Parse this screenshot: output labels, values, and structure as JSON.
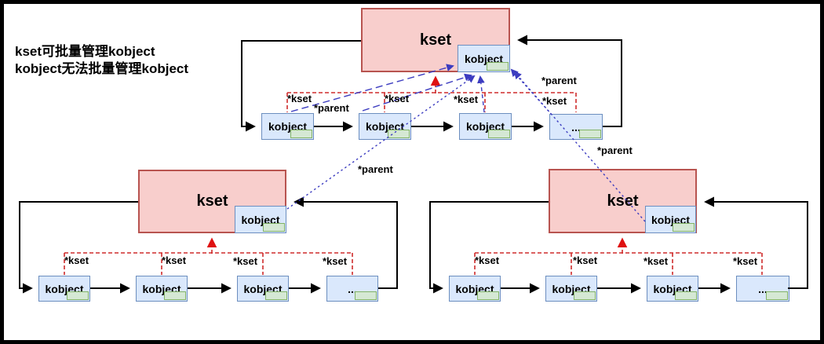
{
  "annotation": {
    "line1": "kset可批量管理kobject",
    "line2": "kobject无法批量管理kobject"
  },
  "pointer_labels": {
    "kset": "*kset",
    "parent": "*parent"
  },
  "ksets": {
    "top": {
      "title": "kset",
      "embedded_kobject": "kobject",
      "members": [
        "kobject",
        "kobject",
        "kobject",
        "..."
      ]
    },
    "bottom_left": {
      "title": "kset",
      "embedded_kobject": "kobject",
      "members": [
        "kobject",
        "kobject",
        "kobject",
        "..."
      ]
    },
    "bottom_right": {
      "title": "kset",
      "embedded_kobject": "kobject",
      "members": [
        "kobject",
        "kobject",
        "kobject",
        "..."
      ]
    }
  },
  "colors": {
    "kset_fill": "#f8cecc",
    "kset_border": "#b85450",
    "kobject_fill": "#dae8fc",
    "kobject_border": "#6c8ebf",
    "list_tail_fill": "#d5e8d4",
    "list_tail_border": "#82b366",
    "kset_pointer_line": "#cf2b2b",
    "parent_pointer_line": "#3c3cc0",
    "link_line": "#000000",
    "background": "#ffffff"
  }
}
